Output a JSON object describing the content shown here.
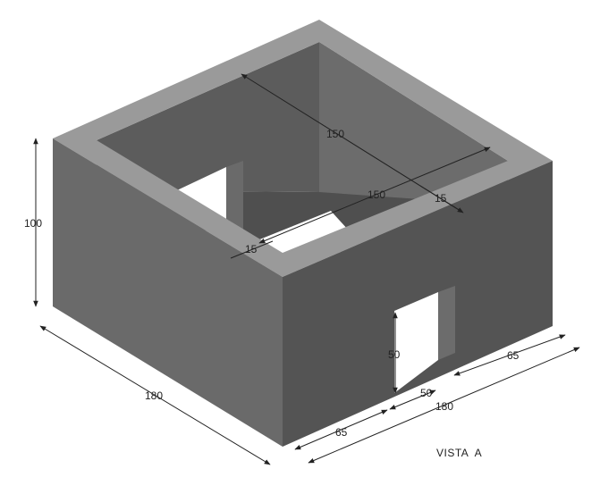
{
  "colors": {
    "background": "#ffffff",
    "top_face": "#9a9a9a",
    "inner_wall_dark": "#5c5c5c",
    "inner_wall_mid": "#6c6c6c",
    "outer_left_face": "#6a6a6a",
    "outer_front_face": "#545454",
    "opening": "#ffffff",
    "dimension_line": "#222222"
  },
  "dimensions": {
    "height": "100",
    "inner_length": "150",
    "inner_width": "150",
    "wall_thickness_right": "15",
    "wall_thickness_left": "15",
    "door_height": "50",
    "door_width": "50",
    "door_offset_left": "65",
    "door_offset_right": "65",
    "outer_width_front": "180",
    "outer_depth_left": "180"
  },
  "caption": "VISTA  A"
}
